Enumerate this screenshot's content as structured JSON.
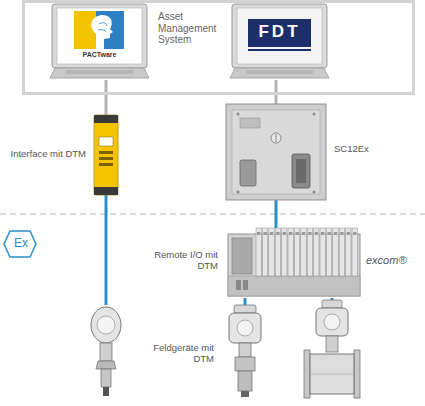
{
  "diagram": {
    "nodes": [
      {
        "text": [
          "Asset Management System"
        ]
      },
      {
        "text": [
          "PACTware"
        ],
        "in": 0
      },
      {
        "text": [
          "FDT"
        ],
        "in": 0
      },
      {
        "text": [
          "Interface mit DTM"
        ]
      },
      {
        "text": [
          "SC12Ex"
        ]
      },
      {
        "text": [
          "Remote I/O mit DTM",
          "excom®"
        ]
      },
      {
        "text": []
      },
      {
        "text": [
          "Feldgeräte mit DTM"
        ]
      },
      {
        "text": []
      }
    ],
    "edges": [
      {
        "from": 1,
        "to": 3,
        "arrow": "none"
      },
      {
        "from": 2,
        "to": 4,
        "arrow": "none"
      },
      {
        "from": 3,
        "to": 6,
        "arrow": "none"
      },
      {
        "from": 4,
        "to": 5,
        "arrow": "none"
      },
      {
        "from": 5,
        "to": 7,
        "arrow": "none"
      },
      {
        "from": 5,
        "to": 8,
        "arrow": "none"
      }
    ],
    "labels": [
      "Ex"
    ]
  }
}
